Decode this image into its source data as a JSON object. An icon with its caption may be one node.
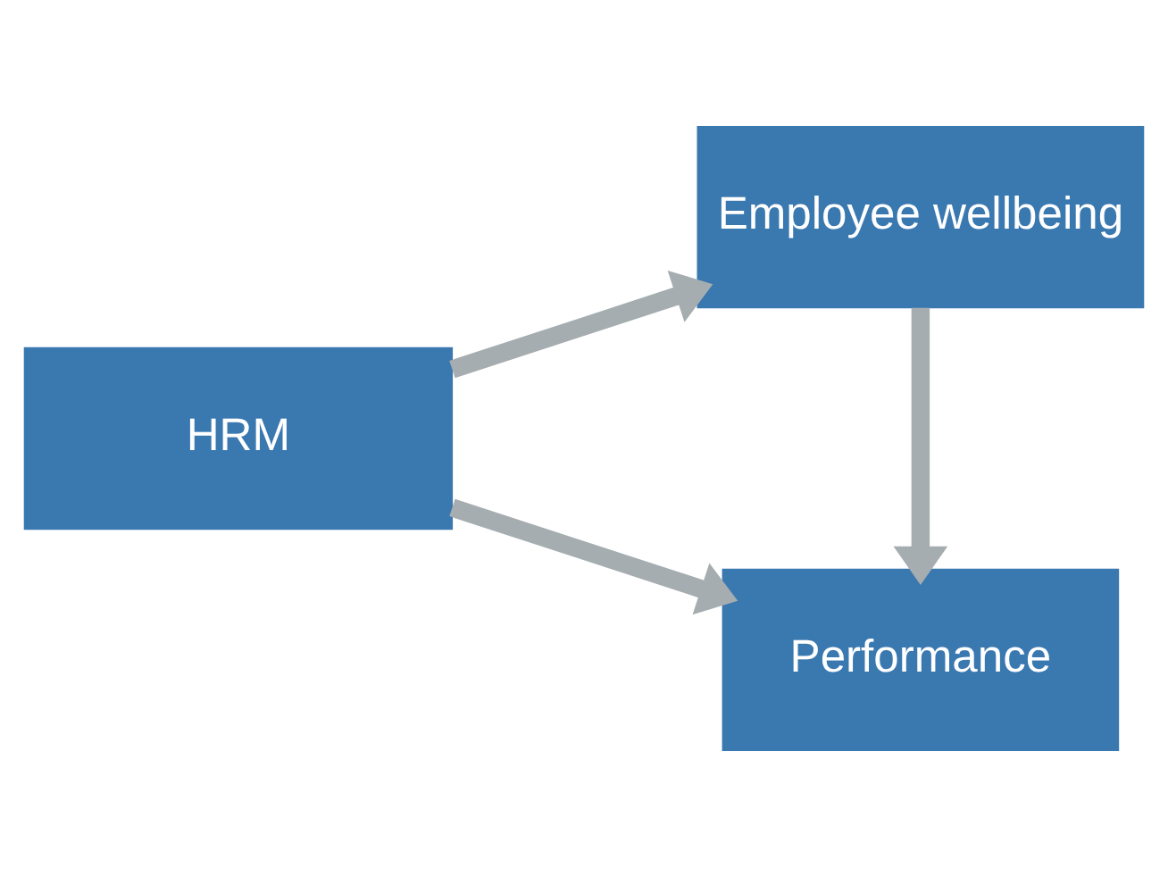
{
  "diagram": {
    "nodes": [
      {
        "text": [
          "HRM"
        ]
      },
      {
        "text": [
          "Employee wellbeing"
        ]
      },
      {
        "text": [
          "Performance"
        ]
      }
    ],
    "edges": [
      {
        "from": 0,
        "to": 1,
        "arrow": "to"
      },
      {
        "from": 0,
        "to": 2,
        "arrow": "to"
      },
      {
        "from": 1,
        "to": 2,
        "arrow": "to"
      }
    ]
  }
}
